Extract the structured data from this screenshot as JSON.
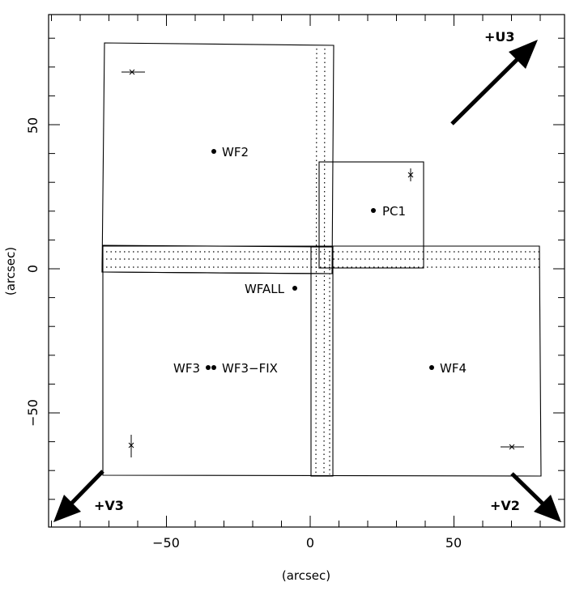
{
  "axes": {
    "xlabel": "(arcsec)",
    "ylabel": "(arcsec)",
    "x_ticks": [
      "−50",
      "0",
      "50"
    ],
    "y_ticks": [
      "50",
      "0",
      "−50"
    ]
  },
  "apertures": {
    "wf2": "WF2",
    "pc1": "PC1",
    "wfall": "WFALL",
    "wf3": "WF3",
    "wf3fix": "WF3−FIX",
    "wf4": "WF4"
  },
  "directions": {
    "u3": "+U3",
    "v3": "+V3",
    "v2": "+V2"
  }
}
